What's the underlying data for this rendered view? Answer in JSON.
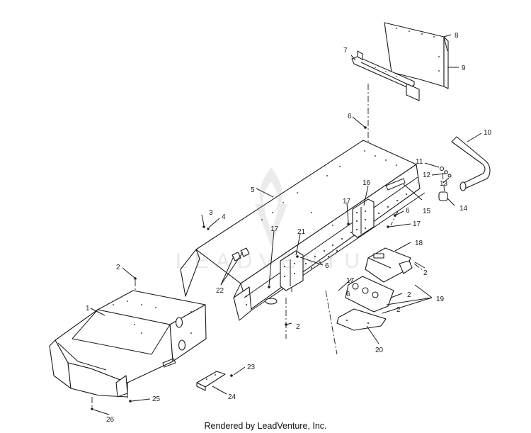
{
  "diagram": {
    "callouts": [
      "1",
      "2",
      "2",
      "2",
      "2",
      "2",
      "3",
      "4",
      "5",
      "6",
      "6",
      "6",
      "6",
      "7",
      "8",
      "9",
      "10",
      "11",
      "12",
      "13",
      "14",
      "15",
      "16",
      "17",
      "17",
      "17",
      "17",
      "18",
      "19",
      "20",
      "21",
      "22",
      "23",
      "24",
      "25",
      "26"
    ]
  },
  "watermark": {
    "text": "LEADVENTURE"
  },
  "footer": {
    "text": "Rendered by LeadVenture, Inc."
  }
}
